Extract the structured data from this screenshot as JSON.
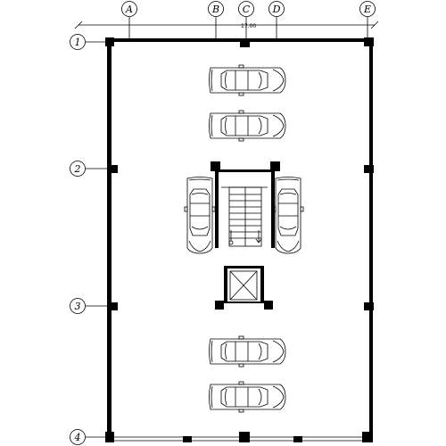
{
  "grid": {
    "columns": [
      {
        "id": "col-A",
        "label": "A"
      },
      {
        "id": "col-B",
        "label": "B"
      },
      {
        "id": "col-C",
        "label": "C"
      },
      {
        "id": "col-D",
        "label": "D"
      },
      {
        "id": "col-E",
        "label": "E"
      }
    ],
    "rows": [
      {
        "id": "row-1",
        "label": "1"
      },
      {
        "id": "row-2",
        "label": "2"
      },
      {
        "id": "row-3",
        "label": "3"
      },
      {
        "id": "row-4",
        "label": "4"
      }
    ]
  },
  "dimension": {
    "overall_width": "17.00"
  },
  "cars": [
    {
      "id": "car-1",
      "orientation": "horizontal"
    },
    {
      "id": "car-2",
      "orientation": "horizontal"
    },
    {
      "id": "car-3",
      "orientation": "vertical"
    },
    {
      "id": "car-4",
      "orientation": "vertical"
    },
    {
      "id": "car-5",
      "orientation": "horizontal"
    },
    {
      "id": "car-6",
      "orientation": "horizontal"
    }
  ],
  "colors": {
    "line": "#000000",
    "background": "#ffffff"
  }
}
